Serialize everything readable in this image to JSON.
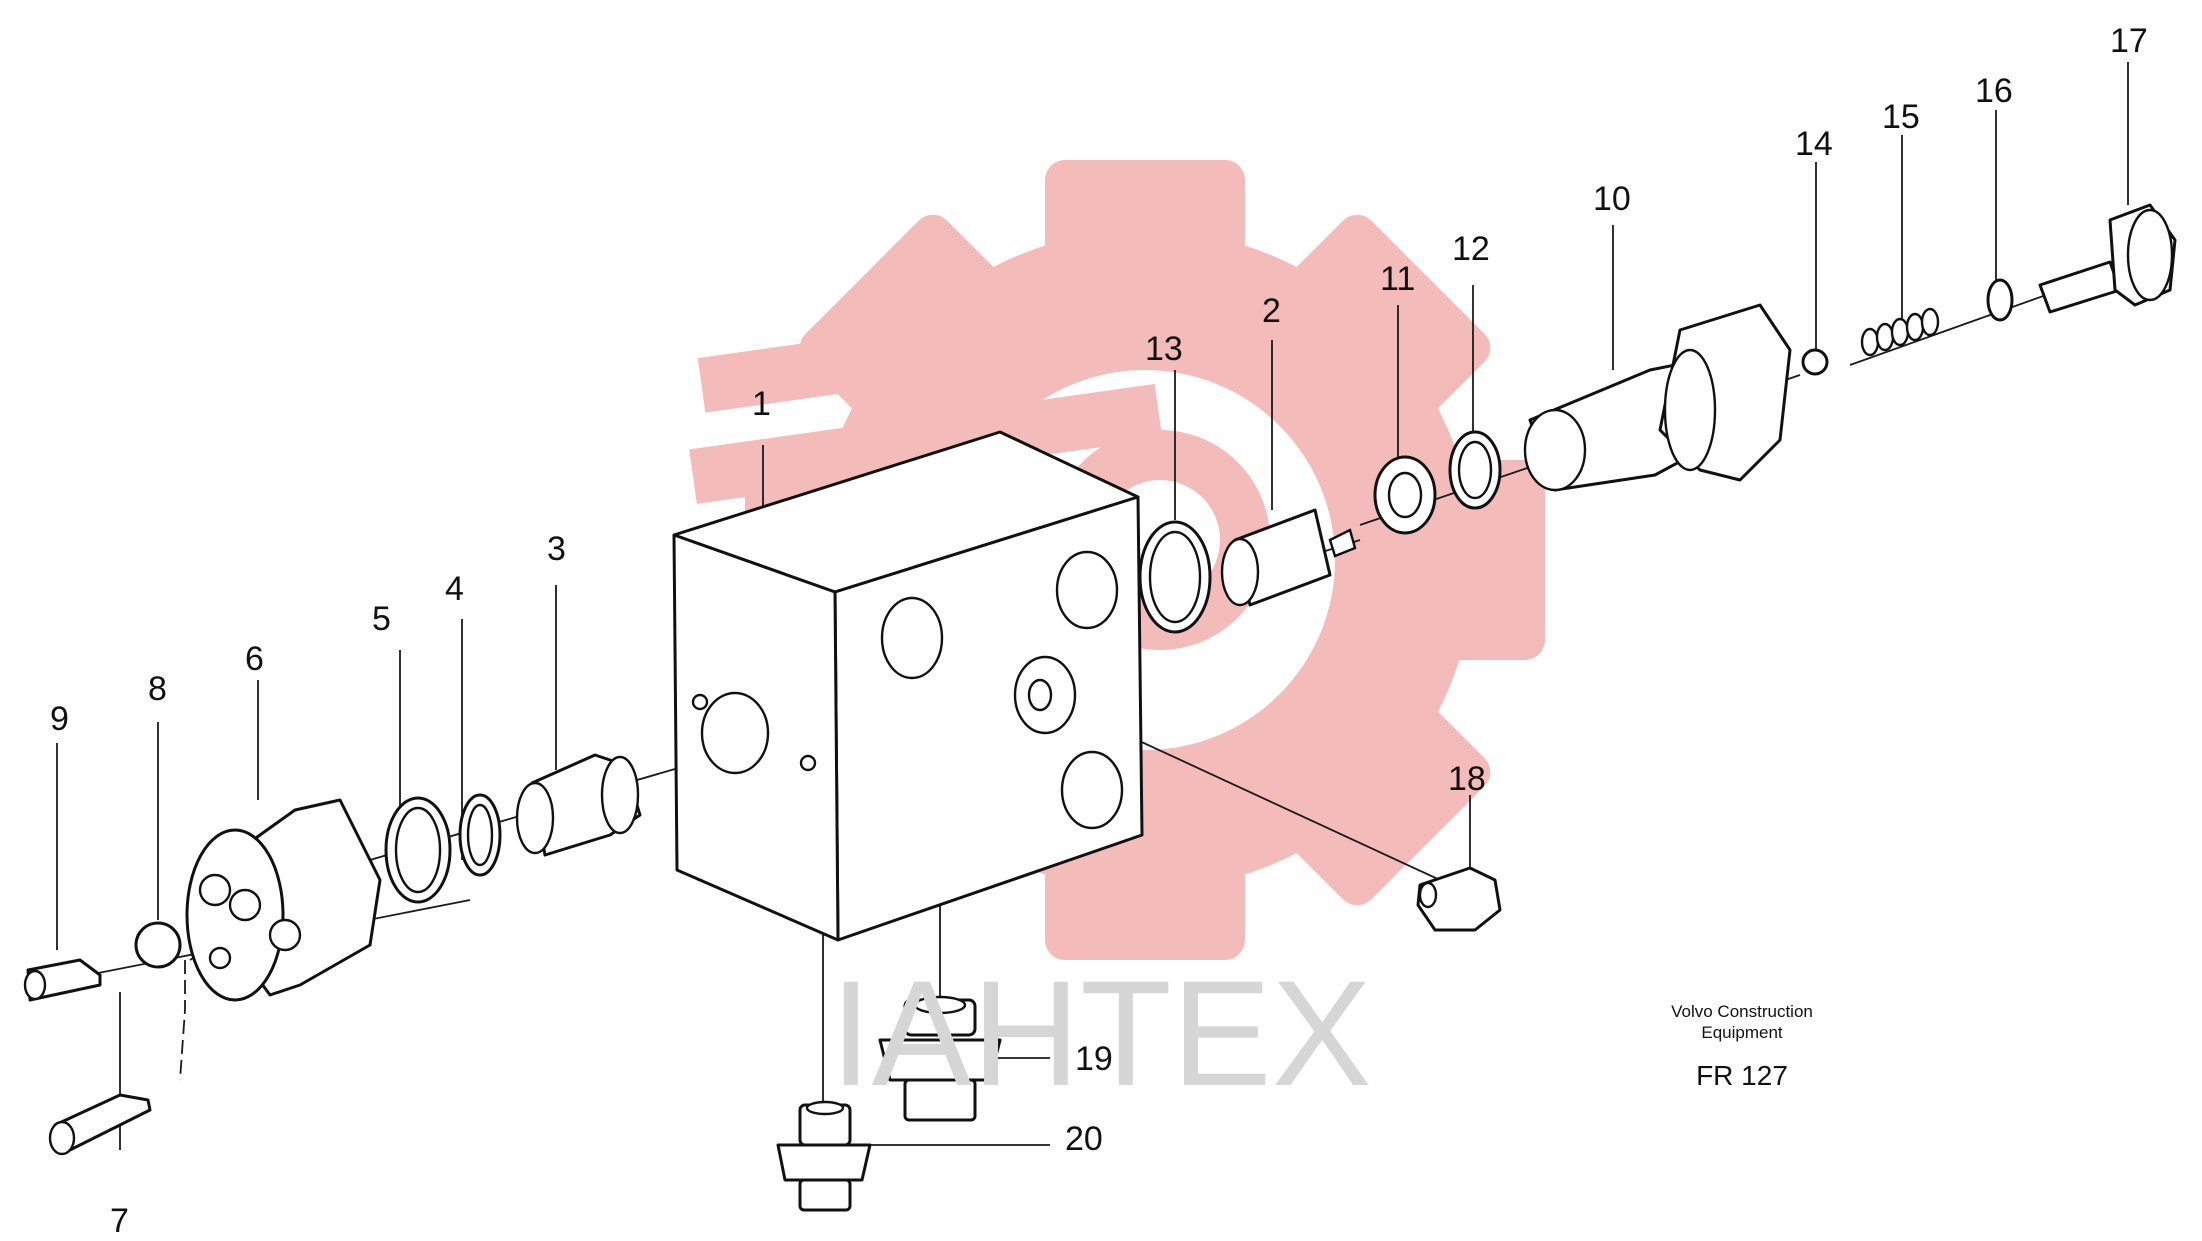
{
  "watermark": {
    "text": "IAHTEX",
    "gear_color": "#f4b8b8",
    "text_color": "#d6d6d6"
  },
  "caption": {
    "line1": "Volvo Construction",
    "line2": "Equipment",
    "code": "FR 127"
  },
  "callouts": {
    "c1": "1",
    "c2": "2",
    "c3": "3",
    "c4": "4",
    "c5": "5",
    "c6": "6",
    "c7": "7",
    "c8": "8",
    "c9": "9",
    "c10": "10",
    "c11": "11",
    "c12": "12",
    "c13": "13",
    "c14": "14",
    "c15": "15",
    "c16": "16",
    "c17": "17",
    "c18": "18",
    "c19": "19",
    "c20": "20"
  }
}
